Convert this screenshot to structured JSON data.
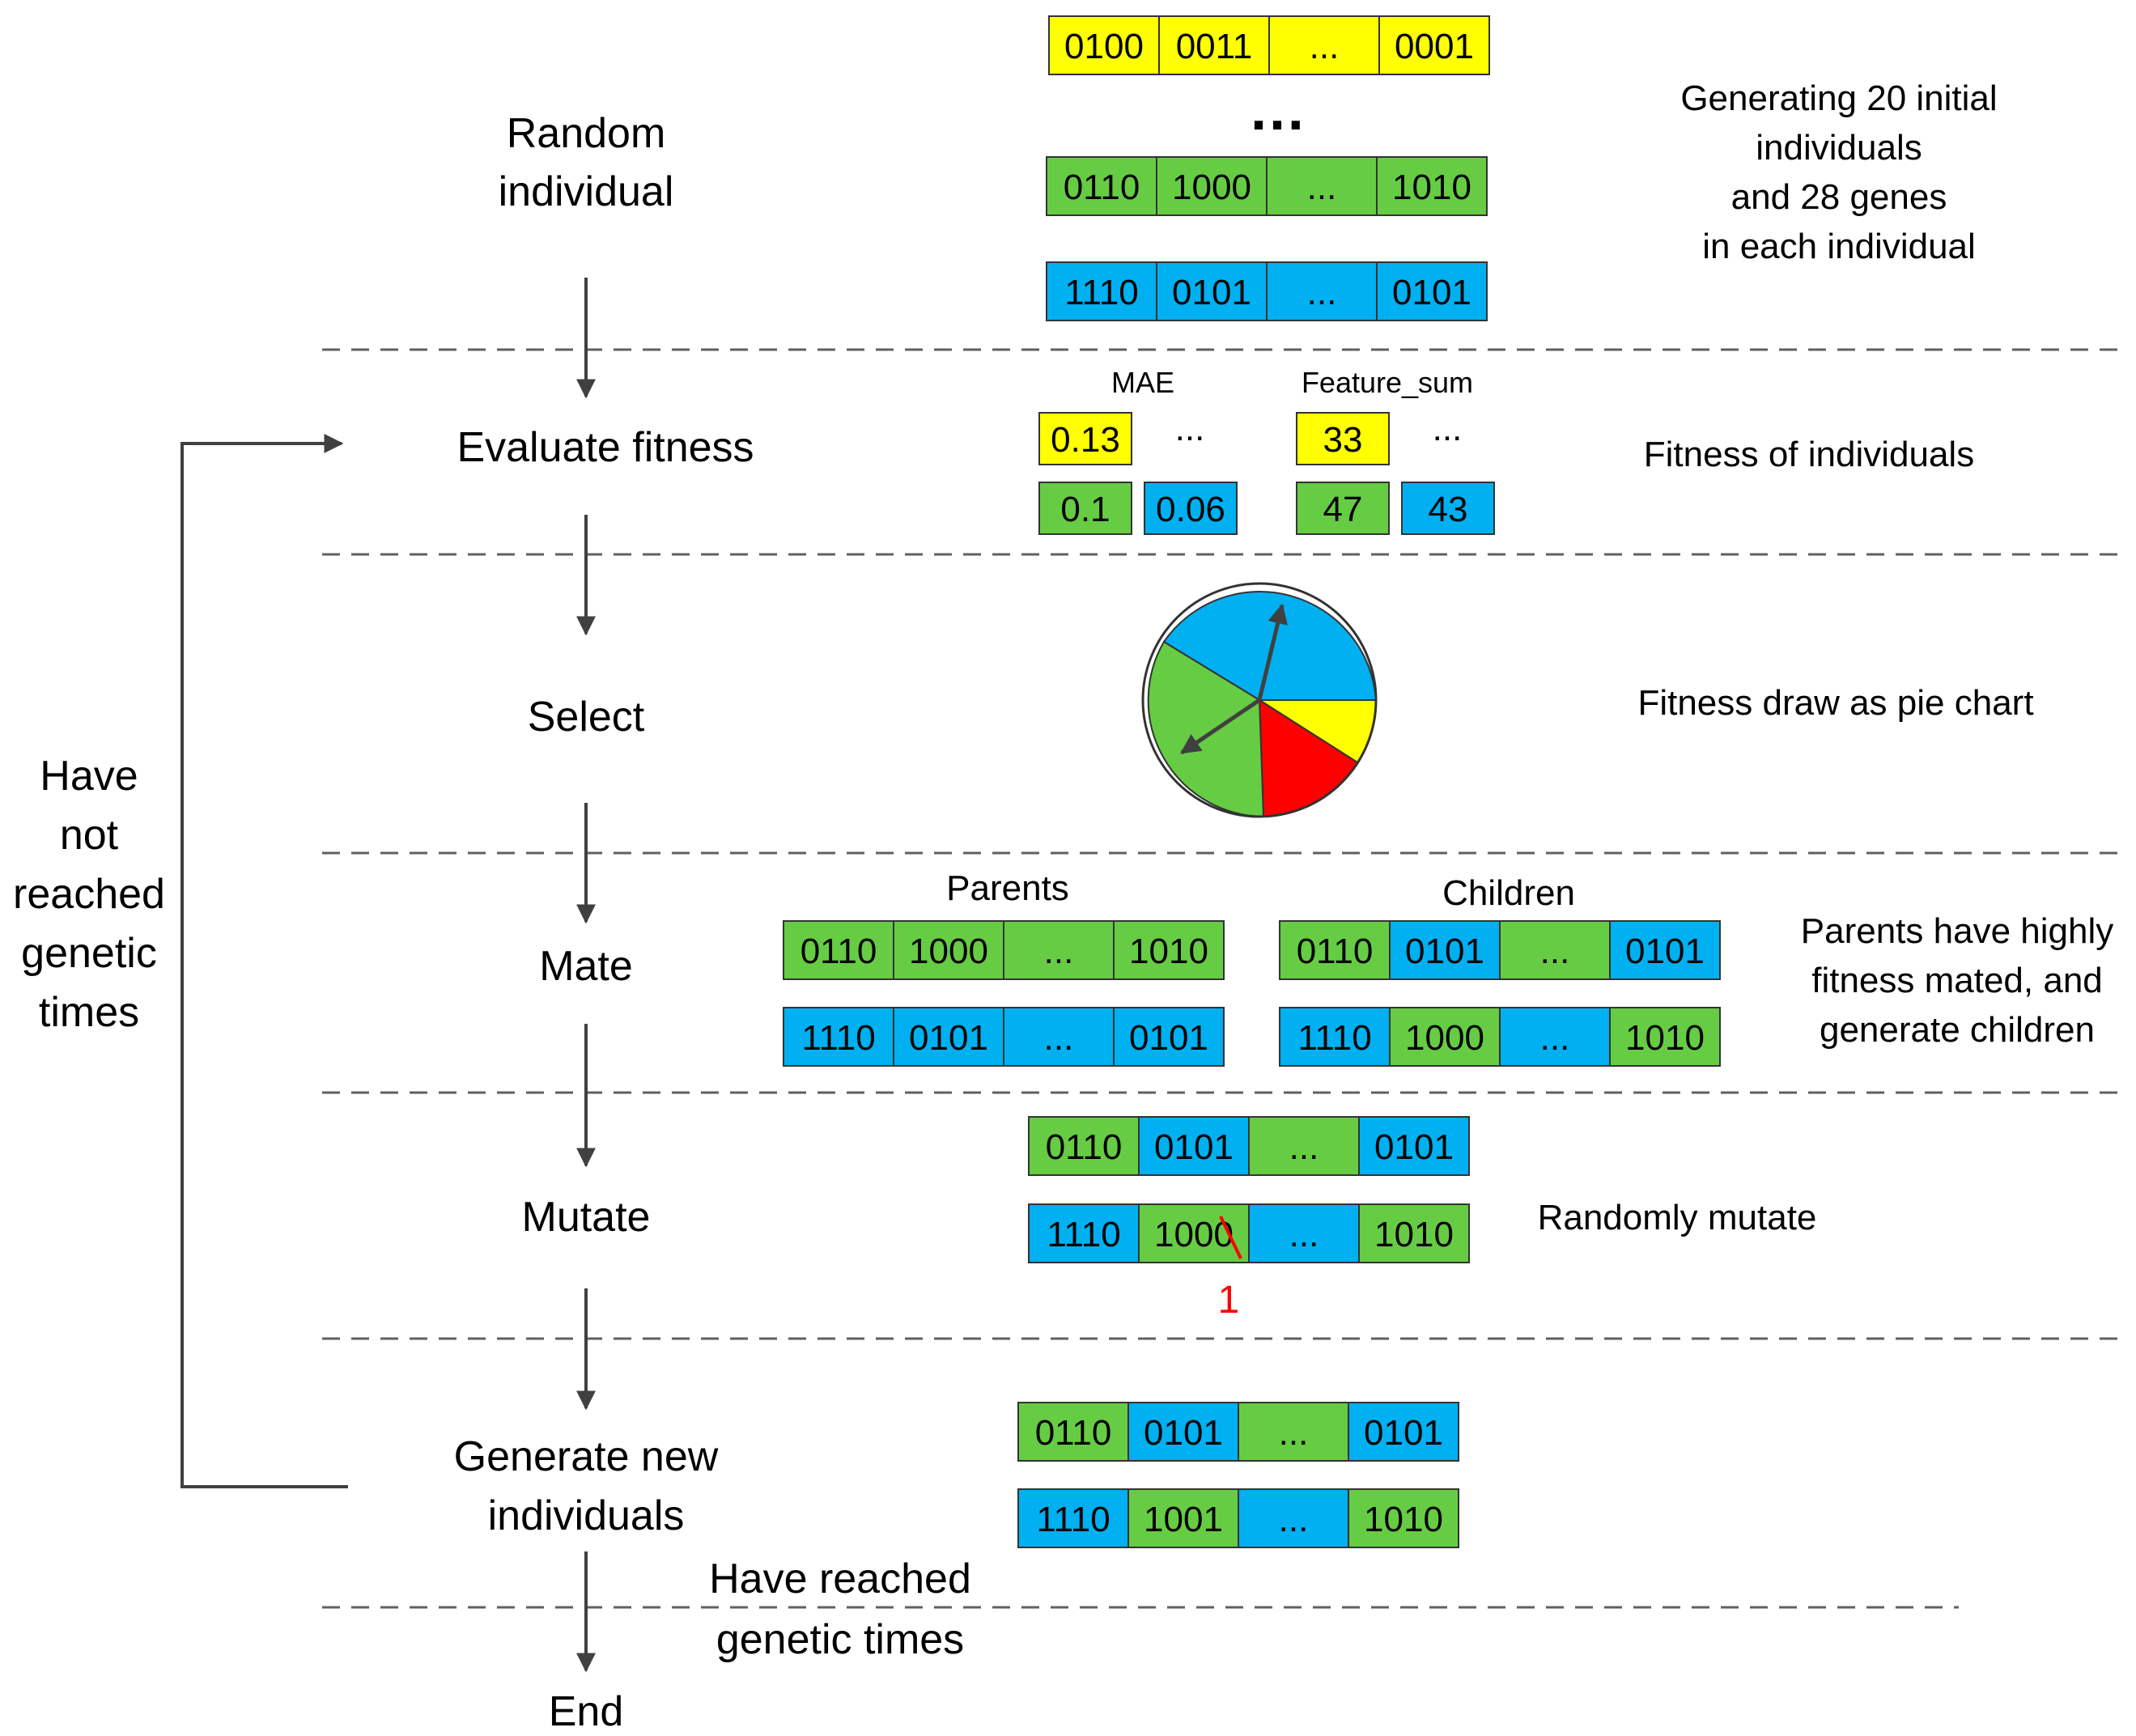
{
  "colors": {
    "yellow": "#ffff00",
    "green": "#66cc44",
    "blue": "#00b0f0",
    "red": "#ff0000",
    "line": "#404040",
    "dash": "#606060"
  },
  "steps": {
    "random_line1": "Random",
    "random_line2": "individual",
    "evaluate": "Evaluate fitness",
    "select": "Select",
    "mate": "Mate",
    "mutate": "Mutate",
    "generate_line1": "Generate new",
    "generate_line2": "individuals",
    "end": "End"
  },
  "loop_label": [
    "Have",
    "not",
    "reached",
    "genetic",
    "times"
  ],
  "reached_label": [
    "Have reached",
    "genetic times"
  ],
  "descriptions": {
    "random": [
      "Generating 20 initial",
      "individuals",
      "and 28 genes",
      "in each individual"
    ],
    "fitness": "Fitness of individuals",
    "select": "Fitness draw as pie chart",
    "mate": [
      "Parents have highly",
      "fitness mated, and",
      "generate children"
    ],
    "mutate": "Randomly mutate"
  },
  "population": {
    "ellipsis": "…",
    "rows": [
      {
        "cells": [
          "0100",
          "0011",
          "...",
          "0001"
        ],
        "colors": [
          "yellow",
          "yellow",
          "yellow",
          "yellow"
        ]
      },
      {
        "cells": [
          "0110",
          "1000",
          "...",
          "1010"
        ],
        "colors": [
          "green",
          "green",
          "green",
          "green"
        ]
      },
      {
        "cells": [
          "1110",
          "0101",
          "...",
          "0101"
        ],
        "colors": [
          "blue",
          "blue",
          "blue",
          "blue"
        ]
      }
    ]
  },
  "fitness": {
    "mae_label": "MAE",
    "feature_label": "Feature_sum",
    "mae_top": "0.13",
    "mae_bottom": [
      "0.1",
      "0.06"
    ],
    "feature_top": "33",
    "feature_bottom": [
      "47",
      "43"
    ],
    "ellipsis": "..."
  },
  "mate": {
    "parents_label": "Parents",
    "children_label": "Children",
    "parents": [
      {
        "cells": [
          "0110",
          "1000",
          "...",
          "1010"
        ],
        "colors": [
          "green",
          "green",
          "green",
          "green"
        ]
      },
      {
        "cells": [
          "1110",
          "0101",
          "...",
          "0101"
        ],
        "colors": [
          "blue",
          "blue",
          "blue",
          "blue"
        ]
      }
    ],
    "children": [
      {
        "cells": [
          "0110",
          "0101",
          "...",
          "0101"
        ],
        "colors": [
          "green",
          "blue",
          "green",
          "blue"
        ]
      },
      {
        "cells": [
          "1110",
          "1000",
          "...",
          "1010"
        ],
        "colors": [
          "blue",
          "green",
          "blue",
          "green"
        ]
      }
    ]
  },
  "mutate": {
    "rows": [
      {
        "cells": [
          "0110",
          "0101",
          "...",
          "0101"
        ],
        "colors": [
          "green",
          "blue",
          "green",
          "blue"
        ]
      },
      {
        "cells": [
          "1110",
          "1000",
          "...",
          "1010"
        ],
        "colors": [
          "blue",
          "green",
          "blue",
          "green"
        ]
      }
    ],
    "mutation_value": "1"
  },
  "new_individuals": {
    "rows": [
      {
        "cells": [
          "0110",
          "0101",
          "...",
          "0101"
        ],
        "colors": [
          "green",
          "blue",
          "green",
          "blue"
        ]
      },
      {
        "cells": [
          "1110",
          "1001",
          "...",
          "1010"
        ],
        "colors": [
          "blue",
          "green",
          "blue",
          "green"
        ]
      }
    ]
  }
}
